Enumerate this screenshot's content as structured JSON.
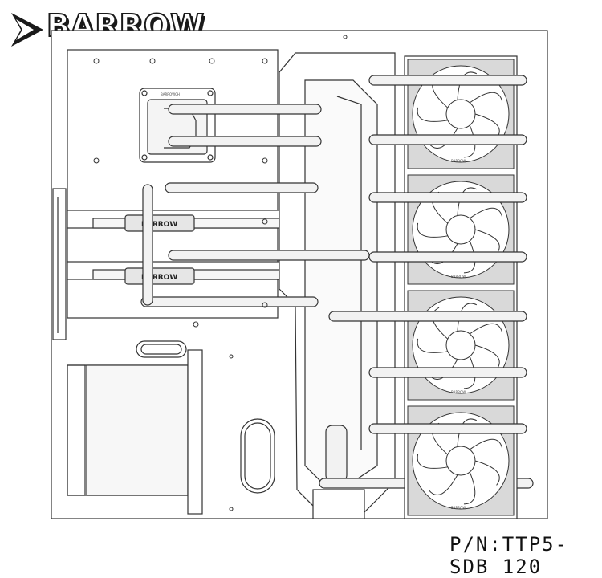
{
  "brand": {
    "name": "BARROW",
    "waterblock_logo": "BARROWCH",
    "gpu_block_logo_upper": "BARROW",
    "gpu_block_logo_lower": "BARROW",
    "fan_logo": "BARROW"
  },
  "part_number": "P/N:TTP5-SDB 120",
  "colors": {
    "line": "#333333",
    "tube": "#f2f2f2",
    "fan_frame": "#d9d9d9",
    "background": "#ffffff"
  },
  "fans": [
    {
      "name": "fan-1"
    },
    {
      "name": "fan-2"
    },
    {
      "name": "fan-3"
    },
    {
      "name": "fan-4"
    }
  ]
}
